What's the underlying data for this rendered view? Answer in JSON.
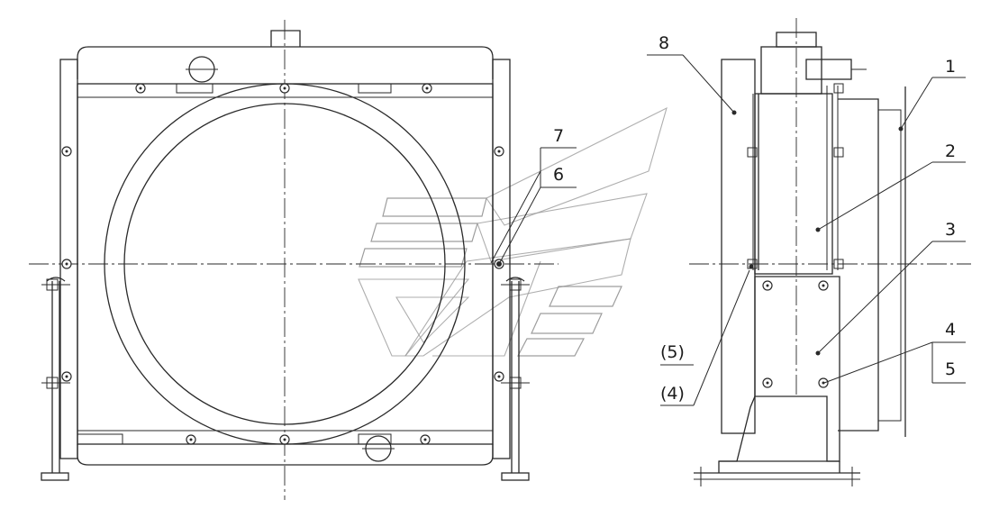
{
  "callouts": {
    "c1": "1",
    "c2": "2",
    "c3": "3",
    "c4": "4",
    "c5": "5",
    "c4b": "(4)",
    "c5b": "(5)",
    "c6": "6",
    "c7": "7",
    "c8": "8"
  }
}
